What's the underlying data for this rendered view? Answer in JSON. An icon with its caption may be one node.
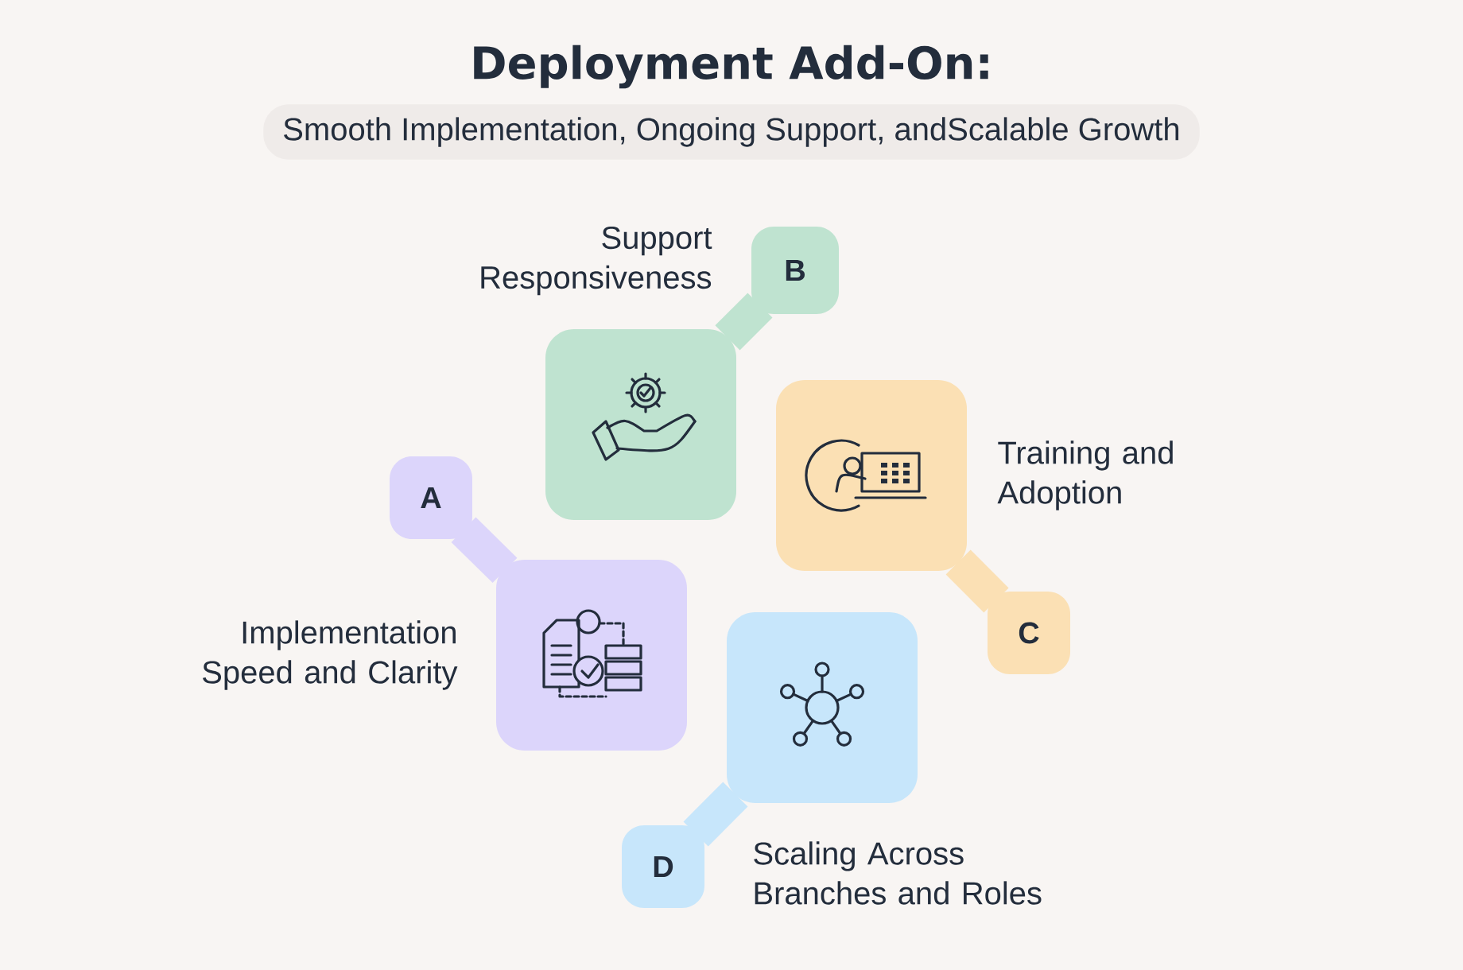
{
  "diagram": {
    "title": "Deployment Add-On:",
    "caption": "Smooth Implementation, Ongoing Support, andScalable Growth",
    "nodes": [
      {
        "text": [
          "A"
        ]
      },
      {
        "text": [],
        "shape": "box",
        "beside": [
          "Implementation Speed and Clarity"
        ]
      },
      {
        "text": [
          "B"
        ],
        "beside": [
          "Support Responsiveness"
        ]
      },
      {
        "text": [],
        "shape": "box"
      },
      {
        "text": [],
        "shape": "box",
        "beside": [
          "Training and Adoption"
        ]
      },
      {
        "text": [
          "C"
        ]
      },
      {
        "text": [],
        "shape": "box"
      },
      {
        "text": [
          "D"
        ],
        "beside": [
          "Scaling Across Branches and Roles"
        ]
      }
    ],
    "edges": [
      {
        "from": 0,
        "to": 1,
        "arrow": "none",
        "color": "#dcd5fb"
      },
      {
        "from": 2,
        "to": 3,
        "arrow": "none",
        "color": "#bfe3d0"
      },
      {
        "from": 4,
        "to": 5,
        "arrow": "none",
        "color": "#fbe0b4"
      },
      {
        "from": 6,
        "to": 7,
        "arrow": "none",
        "color": "#c7e6fb"
      }
    ]
  }
}
